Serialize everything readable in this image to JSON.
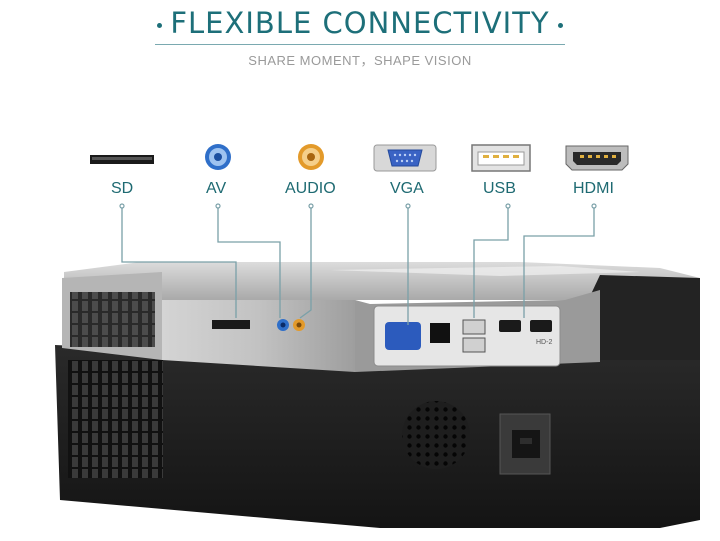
{
  "header": {
    "title": "FLEXIBLE CONNECTIVITY",
    "subtitle": "SHARE MOMENT，SHAPE VISION"
  },
  "ports": [
    {
      "label": "SD",
      "icon": "sd-card-slot-icon"
    },
    {
      "label": "AV",
      "icon": "av-jack-icon"
    },
    {
      "label": "AUDIO",
      "icon": "audio-jack-icon"
    },
    {
      "label": "VGA",
      "icon": "vga-port-icon"
    },
    {
      "label": "USB",
      "icon": "usb-port-icon"
    },
    {
      "label": "HDMI",
      "icon": "hdmi-port-icon"
    }
  ],
  "device": {
    "hdmi_marking": "HD-2"
  },
  "colors": {
    "accent": "#1d6f79",
    "leader_line": "#7aa0a8",
    "av_blue": "#2f6fc9",
    "audio_orange": "#e39a2a",
    "vga_blue": "#2c5bbd",
    "body_dark": "#1c1c1c",
    "body_silver": "#b8b8b8"
  }
}
